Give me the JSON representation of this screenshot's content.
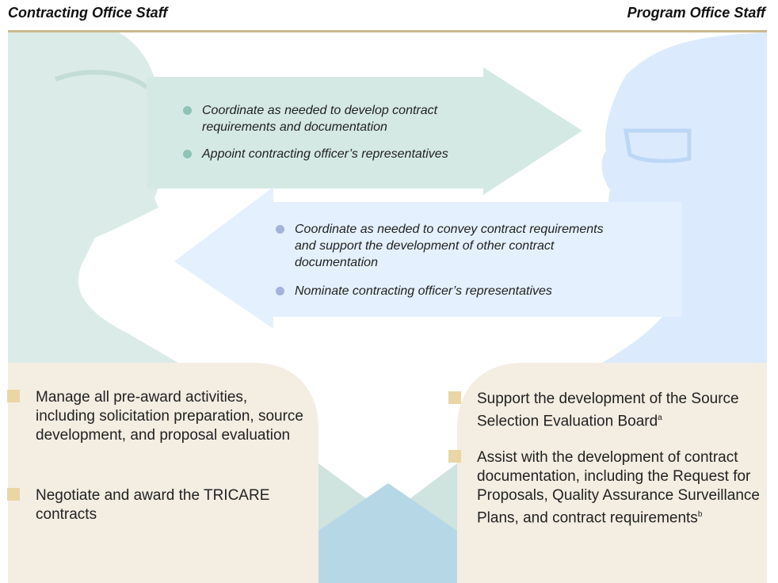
{
  "headers": {
    "left": "Contracting Office Staff",
    "right": "Program Office Staff"
  },
  "arrow_to_program": {
    "items": [
      "Coordinate as needed to develop contract requirements and documentation",
      "Appoint contracting officer’s representatives"
    ]
  },
  "arrow_to_contracting": {
    "items": [
      "Coordinate as needed to convey contract requirements and support the development of other contract documentation",
      "Nominate contracting officer’s representatives"
    ]
  },
  "contracting_box": {
    "items": [
      "Manage all pre-award activities, including solicitation preparation, source development, and proposal evaluation",
      "Negotiate and award the TRICARE contracts"
    ]
  },
  "program_box": {
    "items": [
      {
        "text": "Support the development of the Source Selection Evaluation Board",
        "note": "a"
      },
      {
        "text": "Assist with the development of contract documentation, including the Request for Proposals, Quality Assurance Surveillance Plans, and contract requirements",
        "note": "b"
      }
    ]
  },
  "colors": {
    "teal_figure": "#dbece8",
    "blue_figure": "#dbeafd",
    "teal_arrow": "#d5e9e4",
    "blue_arrow": "#e4f0fd",
    "tan_box": "#f4ede2",
    "teal_dot": "#8fc3b6",
    "blue_dot": "#a3b2de",
    "tan_square": "#e9d6a4",
    "rule": "#c9b98e"
  }
}
